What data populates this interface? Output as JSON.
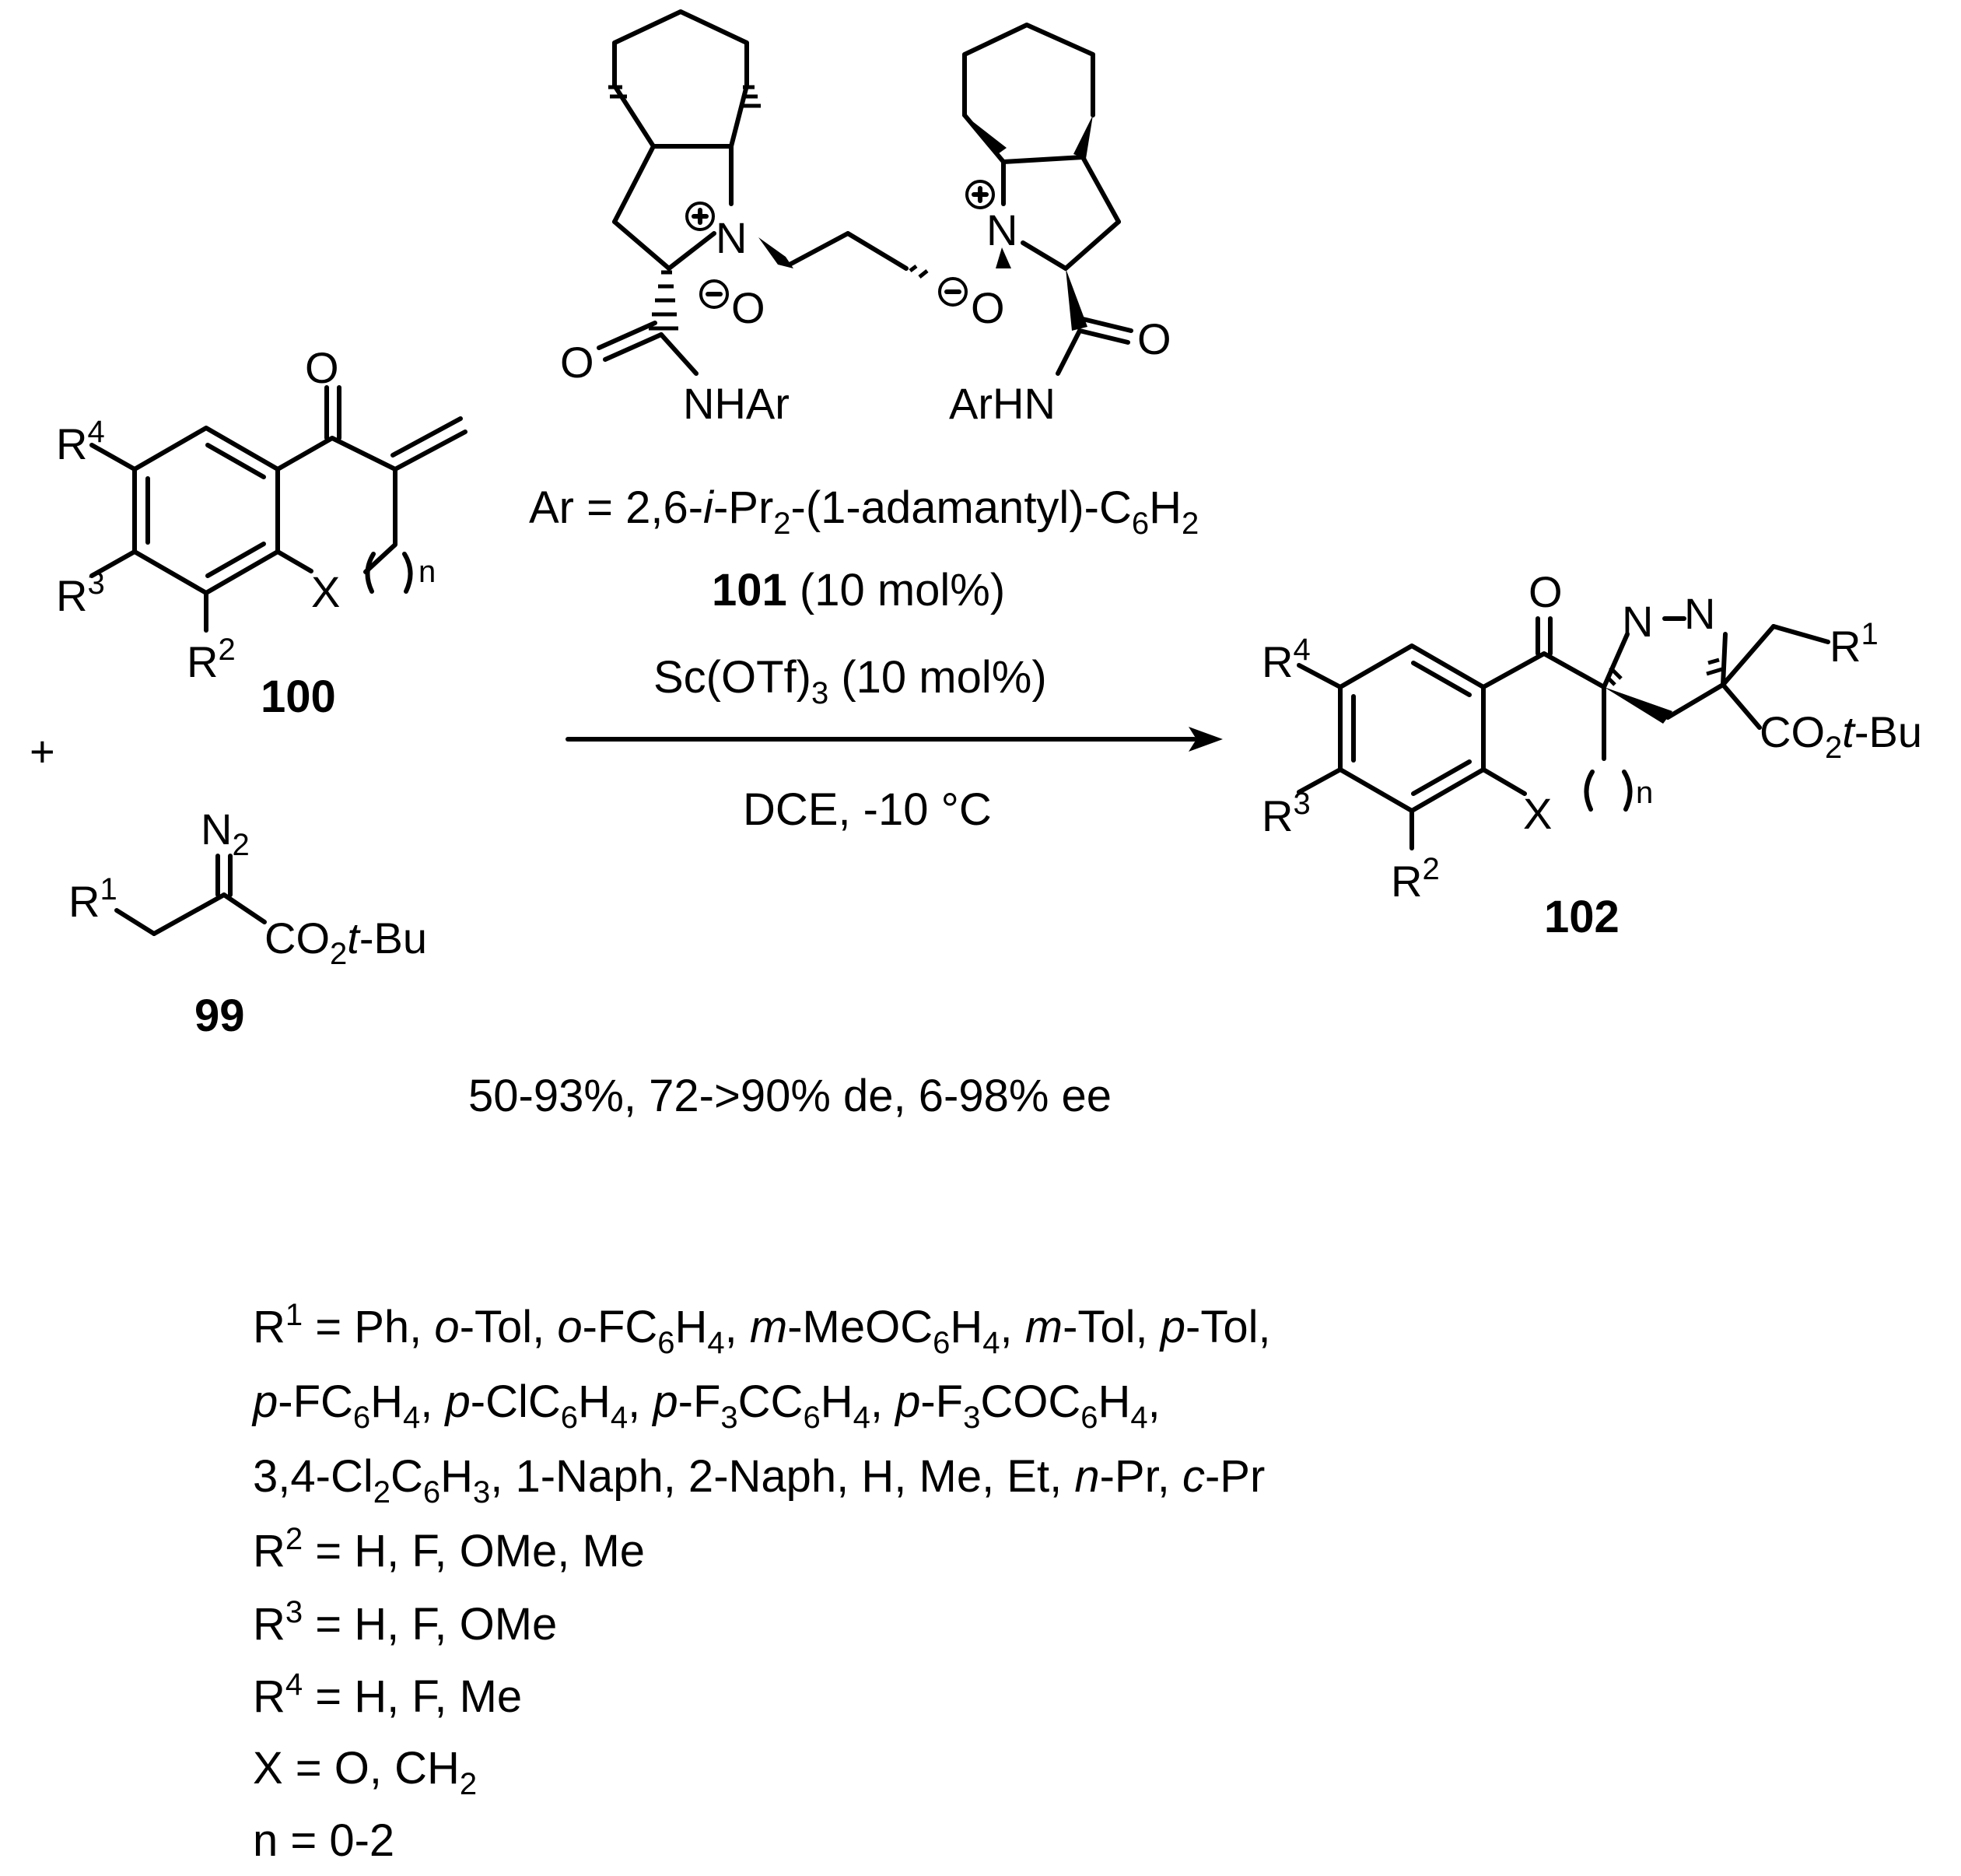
{
  "compounds": {
    "c100": {
      "number": "100",
      "R4": "R",
      "R4_sup": "4",
      "R3": "R",
      "R3_sup": "3",
      "R2": "R",
      "R2_sup": "2",
      "X": "X",
      "n": "n",
      "O": "O"
    },
    "c99": {
      "number": "99",
      "N2": "N",
      "N2_sub": "2",
      "R1": "R",
      "R1_sup": "1",
      "ester_a": "CO",
      "ester_sub": "2",
      "ester_t": "t",
      "ester_b": "-Bu"
    },
    "c101": {
      "NHAr": "NHAr",
      "ArHN": "ArHN",
      "N": "N",
      "O": "O",
      "plus": "+",
      "minus": "−"
    },
    "c102": {
      "number": "102",
      "R4": "R",
      "R4_sup": "4",
      "R3": "R",
      "R3_sup": "3",
      "R2": "R",
      "R2_sup": "2",
      "R1": "R",
      "R1_sup": "1",
      "X": "X",
      "n": "n",
      "O": "O",
      "N1": "N",
      "N2": "N",
      "ester_a": "CO",
      "ester_sub": "2",
      "ester_t": "t",
      "ester_b": "-Bu"
    }
  },
  "plus_sign": "+",
  "conditions": {
    "ar_def": {
      "a": "Ar = 2,6-",
      "i": "i",
      "b": "-Pr",
      "sub1": "2",
      "c": "-(1-adamantyl)-C",
      "sub2": "6",
      "d": "H",
      "sub3": "2"
    },
    "catalyst": {
      "num": "101",
      "amount": " (10 mol%)"
    },
    "lewis_acid": {
      "a": "Sc(OTf)",
      "sub": "3",
      "b": " (10 mol%)"
    },
    "solvent": "DCE, -10 °C"
  },
  "results": "50-93%, 72->90% de, 6-98% ee",
  "substituents": {
    "l1": {
      "R": "R",
      "sup": "1",
      "a": " = Ph, ",
      "o1": "o",
      "b": "-Tol,  ",
      "o2": "o",
      "c": "-FC",
      "s1": "6",
      "d": "H",
      "s2": "4",
      "e": ", ",
      "m1": "m",
      "f": "-MeOC",
      "s3": "6",
      "g": "H",
      "s4": "4",
      "h": ", ",
      "m2": "m",
      "i": "-Tol,  ",
      "p1": "p",
      "j": "-Tol,"
    },
    "l2": {
      "p1": "p",
      "a": "-FC",
      "s1": "6",
      "b": "H",
      "s2": "4",
      "c": ", ",
      "p2": "p",
      "d": "-ClC",
      "s3": "6",
      "e": "H",
      "s4": "4",
      "f": ", ",
      "p3": "p",
      "g": "-F",
      "s5": "3",
      "h": "CC",
      "s6": "6",
      "i": "H",
      "s7": "4",
      "j": ", ",
      "p4": "p",
      "k": "-F",
      "s8": "3",
      "l": "COC",
      "s9": "6",
      "m": "H",
      "s10": "4",
      "n": ","
    },
    "l3": {
      "a": "3,4-Cl",
      "s1": "2",
      "b": "C",
      "s2": "6",
      "c": "H",
      "s3": "3",
      "d": ", 1-Naph, 2-Naph, H, Me, Et, ",
      "n": "n",
      "e": "-Pr, ",
      "cc": "c",
      "f": "-Pr"
    },
    "l4": {
      "R": "R",
      "sup": "2",
      "a": " = H, F,  OMe, Me"
    },
    "l5": {
      "R": "R",
      "sup": "3",
      "a": " = H, F,  OMe"
    },
    "l6": {
      "R": "R",
      "sup": "4",
      "a": " = H, F,  Me"
    },
    "l7": {
      "a": "X = O, CH",
      "sub": "2"
    },
    "l8": {
      "a": "n = 0-2"
    }
  }
}
